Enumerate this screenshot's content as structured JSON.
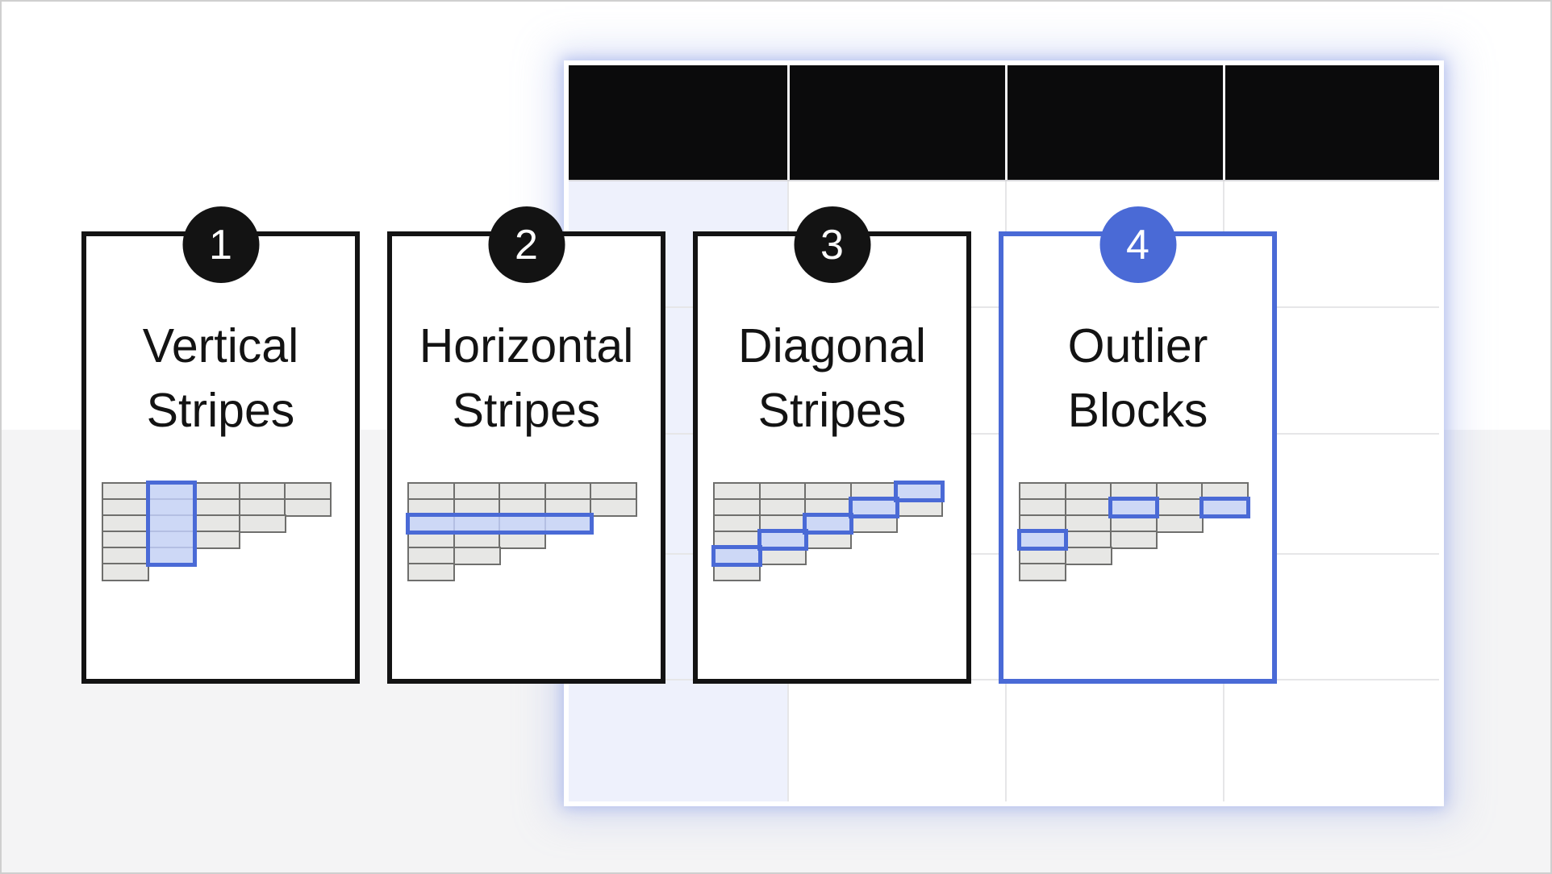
{
  "page": {
    "title": "Table stripe pattern types diagram"
  },
  "colors": {
    "accent_blue": "#4a6ad6",
    "highlight_fill": "#cdd8f6",
    "card_border_black": "#131313",
    "badge_black": "#131313",
    "badge_blue": "#4a6ad6",
    "table_header_black": "#0b0b0c",
    "table_header_divider": "#f5f5f7",
    "table_first_col_lavender": "#eef1fc",
    "table_gridline": "#e6e6e8",
    "table_header_bottom_line": "#d9d9dc",
    "minigrid_cell_fill": "#e7e7e5",
    "minigrid_cell_border": "#6f6f6d",
    "page_lower_bg": "#f4f4f5"
  },
  "background_table": {
    "columns": 4,
    "rows": 5,
    "header_text": "",
    "cell_text": ""
  },
  "cards": [
    {
      "number": "1",
      "title_lines": [
        "Vertical",
        "Stripes"
      ],
      "accent": "black",
      "selected": false,
      "grid": {
        "row_cells": [
          5,
          5,
          4,
          3,
          2,
          1
        ],
        "highlight_groups": [
          {
            "row_start": 0,
            "row_end": 4,
            "col_start": 1,
            "col_end": 1
          }
        ]
      }
    },
    {
      "number": "2",
      "title_lines": [
        "Horizontal",
        "Stripes"
      ],
      "accent": "black",
      "selected": false,
      "grid": {
        "row_cells": [
          5,
          5,
          4,
          3,
          2,
          1
        ],
        "highlight_groups": [
          {
            "row_start": 2,
            "row_end": 2,
            "col_start": 0,
            "col_end": 3
          }
        ]
      }
    },
    {
      "number": "3",
      "title_lines": [
        "Diagonal",
        "Stripes"
      ],
      "accent": "black",
      "selected": false,
      "grid": {
        "row_cells": [
          5,
          5,
          4,
          3,
          2,
          1
        ],
        "highlight_groups": [
          {
            "row_start": 0,
            "row_end": 0,
            "col_start": 4,
            "col_end": 4
          },
          {
            "row_start": 1,
            "row_end": 1,
            "col_start": 3,
            "col_end": 3
          },
          {
            "row_start": 2,
            "row_end": 2,
            "col_start": 2,
            "col_end": 2
          },
          {
            "row_start": 3,
            "row_end": 3,
            "col_start": 1,
            "col_end": 1
          },
          {
            "row_start": 4,
            "row_end": 4,
            "col_start": 0,
            "col_end": 0
          }
        ]
      }
    },
    {
      "number": "4",
      "title_lines": [
        "Outlier",
        "Blocks"
      ],
      "accent": "blue",
      "selected": true,
      "grid": {
        "row_cells": [
          5,
          5,
          4,
          3,
          2,
          1
        ],
        "highlight_groups": [
          {
            "row_start": 1,
            "row_end": 1,
            "col_start": 2,
            "col_end": 2
          },
          {
            "row_start": 1,
            "row_end": 1,
            "col_start": 4,
            "col_end": 4
          },
          {
            "row_start": 3,
            "row_end": 3,
            "col_start": 0,
            "col_end": 0
          }
        ]
      }
    }
  ]
}
